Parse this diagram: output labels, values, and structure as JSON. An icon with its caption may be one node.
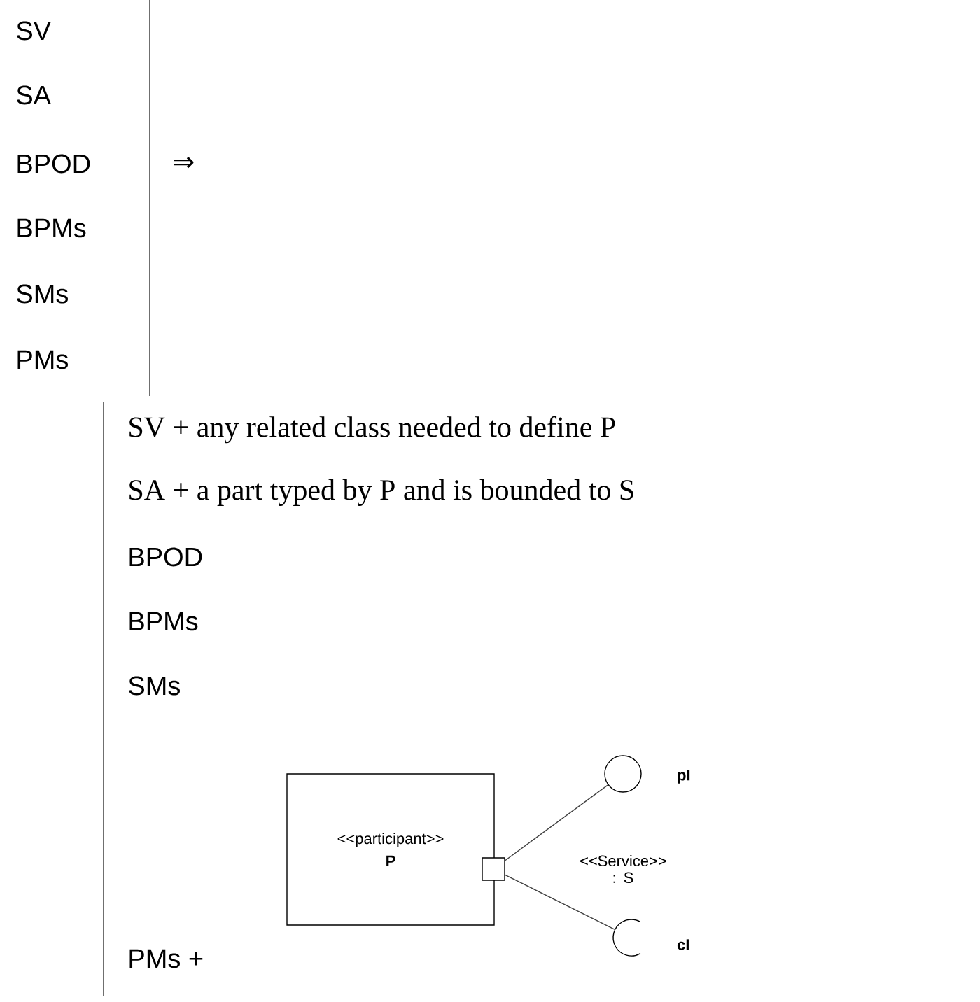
{
  "diagram": {
    "nodes": [
      {
        "text": [
          "<<participant>>",
          "P"
        ]
      },
      {
        "text": [],
        "shape": "box"
      },
      {
        "text": [],
        "shape": "circle",
        "beside": [
          "pI"
        ]
      },
      {
        "text": [],
        "shape": "arc",
        "beside": [
          "cI"
        ]
      }
    ],
    "edges": [
      {
        "from": 1,
        "to": 2,
        "arrow": "none"
      },
      {
        "from": 1,
        "to": 3,
        "arrow": "none"
      }
    ],
    "labels": [
      "SV",
      "SA",
      "BPOD",
      "BPMs",
      "SMs",
      "PMs",
      "⇒",
      "SV + any related class needed to define P",
      "SA + a part typed by P and is bounded to S",
      "BPOD",
      "BPMs",
      "SMs",
      "PMs +",
      "<<Service>> : S"
    ]
  }
}
